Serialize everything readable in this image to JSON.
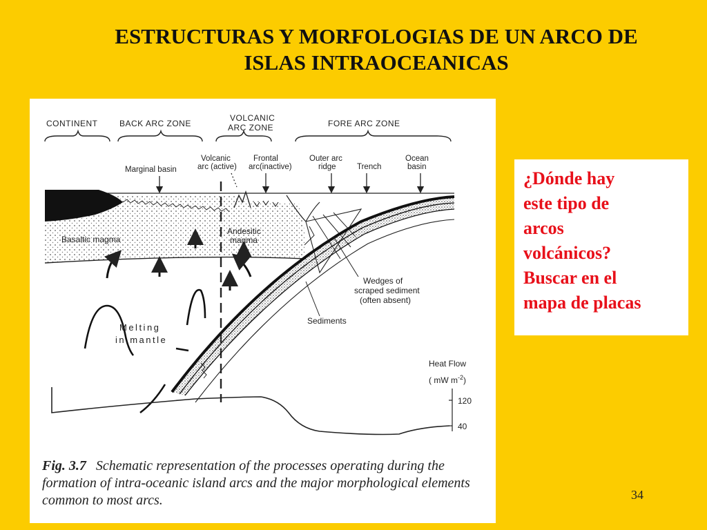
{
  "title": {
    "line1": "ESTRUCTURAS Y MORFOLOGIAS DE UN ARCO DE",
    "line2": "ISLAS INTRAOCEANICAS"
  },
  "figure": {
    "zones": {
      "continent": "CONTINENT",
      "back_arc": "BACK ARC ZONE",
      "volcanic_arc_line1": "VOLCANIC",
      "volcanic_arc_line2": "ARC  ZONE",
      "fore_arc": "FORE ARC ZONE"
    },
    "features": {
      "marginal_basin": "Marginal basin",
      "volcanic_active_line1": "Volcanic",
      "volcanic_active_line2": "arc (active)",
      "frontal_inactive_line1": "Frontal",
      "frontal_inactive_line2": "arc(inactive)",
      "outer_arc_line1": "Outer arc",
      "outer_arc_line2": "ridge",
      "trench": "Trench",
      "ocean_basin_line1": "Ocean",
      "ocean_basin_line2": "basin"
    },
    "labels": {
      "basaltic_magma": "Basaltic magma",
      "andesitic_line1": "Andesitic",
      "andesitic_line2": "magma",
      "wedges_line1": "Wedges of",
      "wedges_line2": "scraped sediment",
      "wedges_line3": "(often absent)",
      "sediments": "Sediments",
      "melting_line1": "Melting",
      "melting_line2": "in mantle"
    },
    "heat_flow": {
      "title": "Heat Flow",
      "units": "( mW m",
      "units_exp": "-2",
      "units_close": ")",
      "tick_high": "120",
      "tick_low": "40"
    },
    "caption": {
      "fig_number": "Fig. 3.7",
      "text": "Schematic representation of the processes operating during the formation of intra-oceanic island arcs and the major morphological elements common to most arcs."
    }
  },
  "question": {
    "line1": "¿Dónde hay",
    "line2": "este tipo de",
    "line3": "arcos",
    "line4": "volcánicos?",
    "line5": "Buscar en el",
    "line6": "mapa de placas"
  },
  "page_number": "34",
  "colors": {
    "background": "#FCCC00",
    "question_text": "#E8101A",
    "ink": "#222222"
  }
}
